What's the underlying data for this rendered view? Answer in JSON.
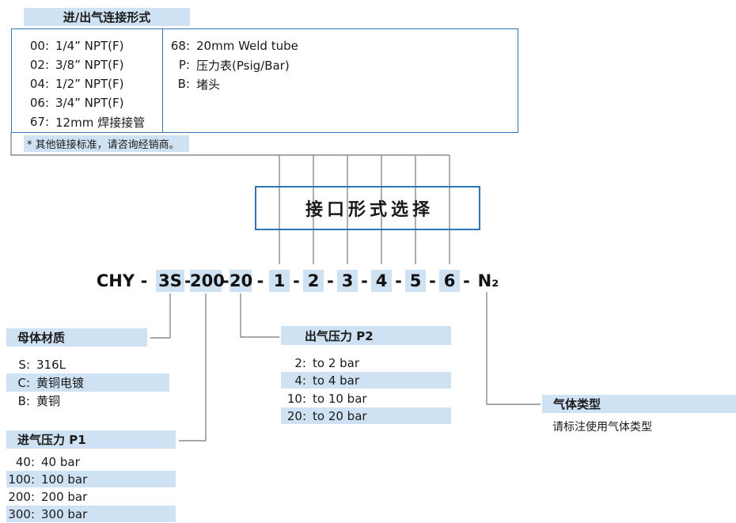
{
  "colors": {
    "highlight": "#cfe2f3",
    "border": "#2e75b6",
    "line": "#8c8c8c"
  },
  "connection": {
    "title": "进/出气连接形式",
    "left_options": [
      {
        "code": "00:",
        "label": "1/4” NPT(F)"
      },
      {
        "code": "02:",
        "label": "3/8” NPT(F)"
      },
      {
        "code": "04:",
        "label": "1/2” NPT(F)"
      },
      {
        "code": "06:",
        "label": "3/4” NPT(F)"
      },
      {
        "code": "67:",
        "label": "12mm 焊接接管"
      }
    ],
    "right_options": [
      {
        "code": "68:",
        "label": "20mm Weld tube"
      },
      {
        "code": "P:",
        "label": "压力表(Psig/Bar)"
      },
      {
        "code": "B:",
        "label": "堵头"
      }
    ],
    "note": "* 其他链接标准，请咨询经销商。"
  },
  "interface_selector": {
    "title": "接口形式选择"
  },
  "model_code": {
    "prefix": "CHY",
    "dash": "-",
    "seg_material": "3S",
    "seg_p1": "200",
    "seg_p2": "20",
    "ports": [
      "1",
      "2",
      "3",
      "4",
      "5",
      "6"
    ],
    "suffix": "N₂"
  },
  "material": {
    "title": "母体材质",
    "options": [
      {
        "code": "S:",
        "label": "316L"
      },
      {
        "code": "C:",
        "label": "黄铜电镀"
      },
      {
        "code": "B:",
        "label": "黄铜"
      }
    ]
  },
  "inlet_pressure": {
    "title": "进气压力 P1",
    "options": [
      {
        "code": "40:",
        "label": "40 bar"
      },
      {
        "code": "100:",
        "label": "100 bar"
      },
      {
        "code": "200:",
        "label": "200 bar"
      },
      {
        "code": "300:",
        "label": "300 bar"
      }
    ]
  },
  "outlet_pressure": {
    "title": "出气压力 P2",
    "options": [
      {
        "code": "2:",
        "label": "to 2 bar"
      },
      {
        "code": "4:",
        "label": "to 4 bar"
      },
      {
        "code": "10:",
        "label": "to 10 bar"
      },
      {
        "code": "20:",
        "label": "to 20 bar"
      }
    ]
  },
  "gas_type": {
    "title": "气体类型",
    "note": "请标注使用气体类型"
  }
}
